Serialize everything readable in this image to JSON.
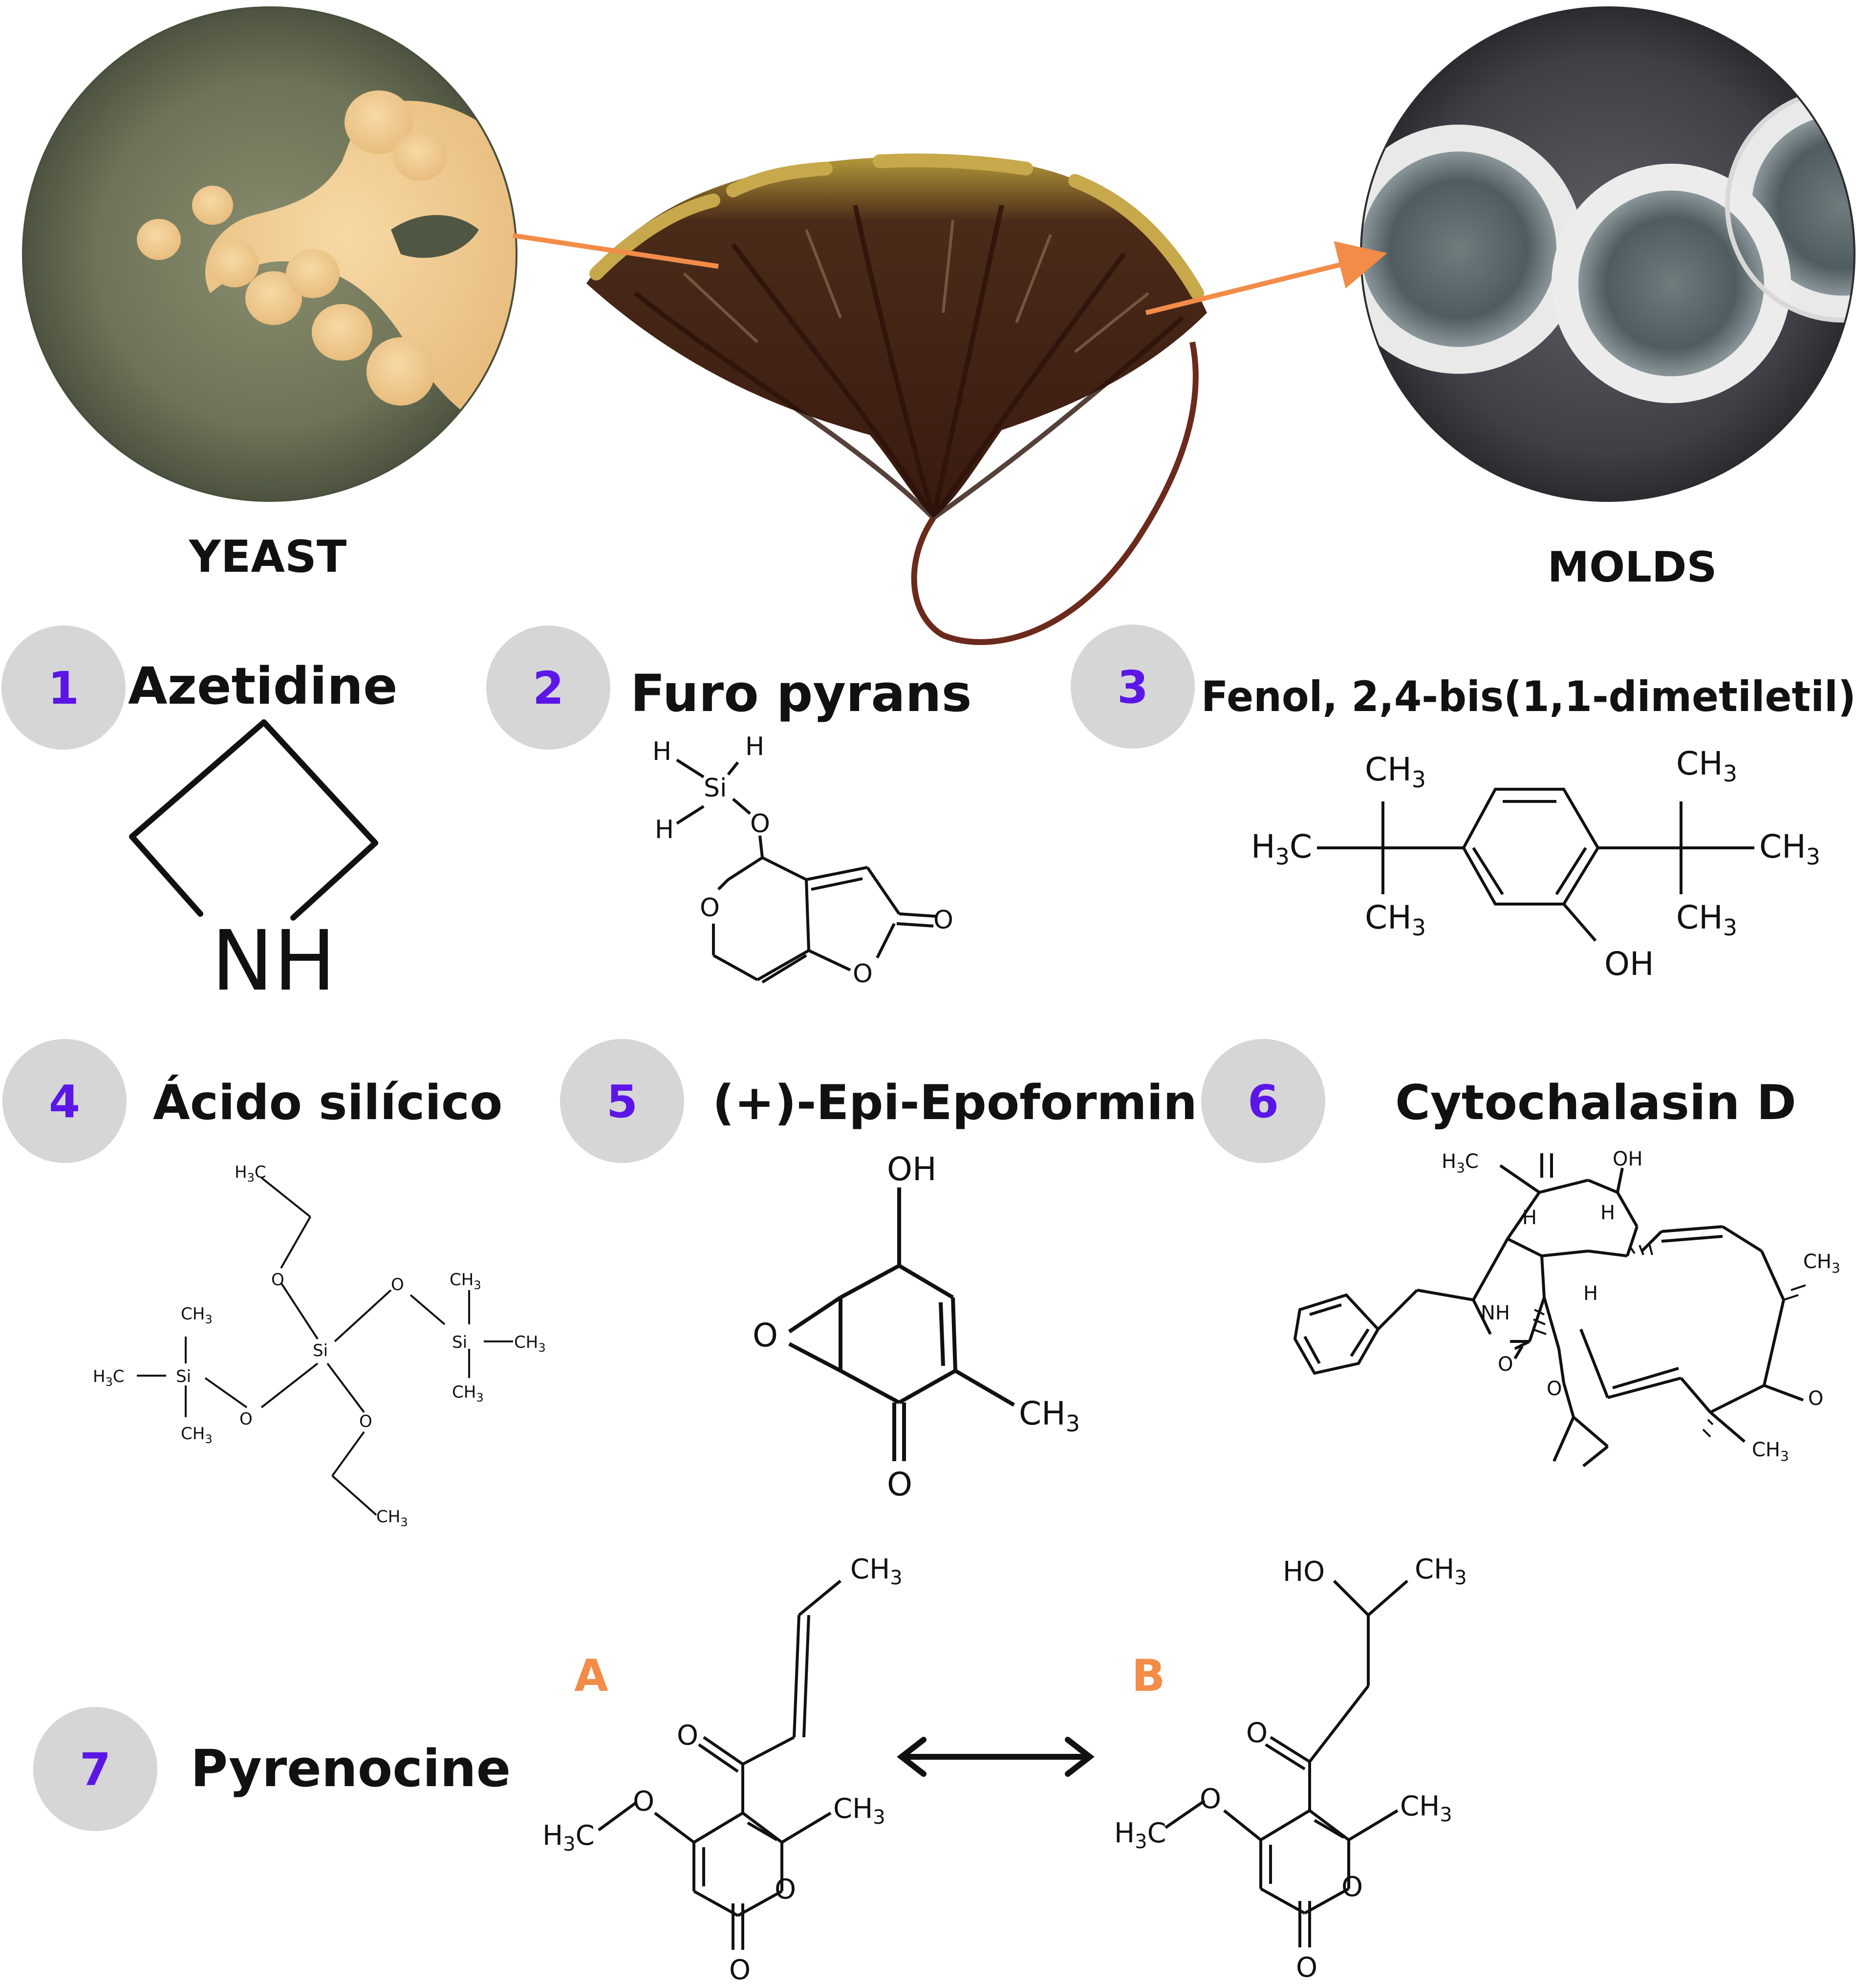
{
  "labels": {
    "yeast": "YEAST",
    "molds": "MOLDS"
  },
  "compounds": [
    {
      "num": "1",
      "name": "Azetidine"
    },
    {
      "num": "2",
      "name": "Furo pyrans"
    },
    {
      "num": "3",
      "name": "Fenol, 2,4-bis(1,1-dimetiletil)"
    },
    {
      "num": "4",
      "name": "Ácido silícico"
    },
    {
      "num": "5",
      "name": "(+)-Epi-Epoformin"
    },
    {
      "num": "6",
      "name": "Cytochalasin D"
    },
    {
      "num": "7",
      "name": "Pyrenocine"
    }
  ],
  "variants": {
    "a": "A",
    "b": "B"
  },
  "atoms": {
    "nh": "NH",
    "h": "H",
    "si": "Si",
    "o": "O",
    "oh": "OH",
    "ho": "HO",
    "ch3": "CH",
    "h3c": "H",
    "c": "C",
    "three": "3"
  },
  "colors": {
    "number": "#5b16e6",
    "badge": "#d6d6d6",
    "variant": "#f28c48",
    "arrow": "#f28c48",
    "ink": "#111111"
  }
}
